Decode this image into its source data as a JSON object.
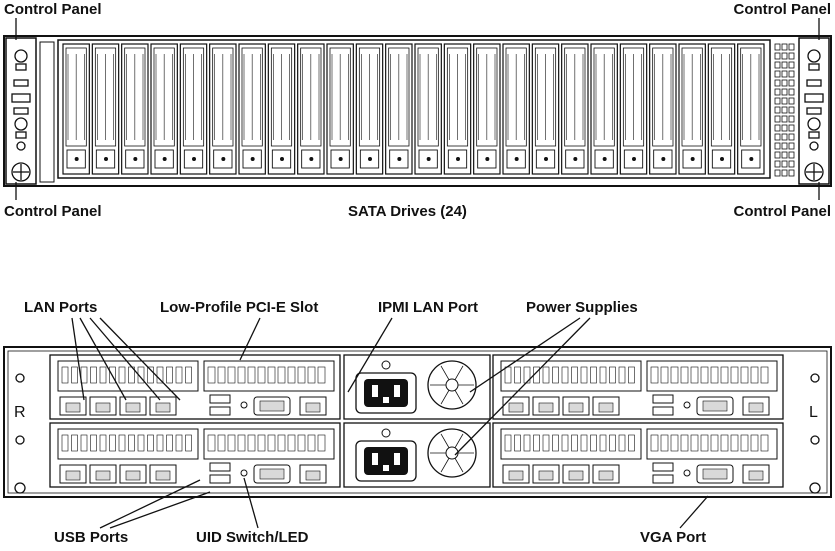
{
  "front": {
    "labels": {
      "control_panel_top_left": "Control Panel",
      "control_panel_top_right": "Control Panel",
      "control_panel_bottom_left": "Control Panel",
      "control_panel_bottom_right": "Control Panel",
      "sata_drives": "SATA Drives (24)"
    },
    "drive_count": 24
  },
  "rear": {
    "labels": {
      "lan_ports": "LAN Ports",
      "pcie_slot": "Low-Profile PCI-E Slot",
      "ipmi_lan": "IPMI LAN Port",
      "power_supplies": "Power Supplies",
      "usb_ports": "USB Ports",
      "uid_switch": "UID Switch/LED",
      "vga_port": "VGA Port"
    },
    "side_letters": {
      "left": "R",
      "right": "L"
    },
    "node_count": 4,
    "psu_count": 2
  },
  "colors": {
    "line": "#111111",
    "panel": "#ffffff",
    "shade": "#d9d9d9"
  }
}
